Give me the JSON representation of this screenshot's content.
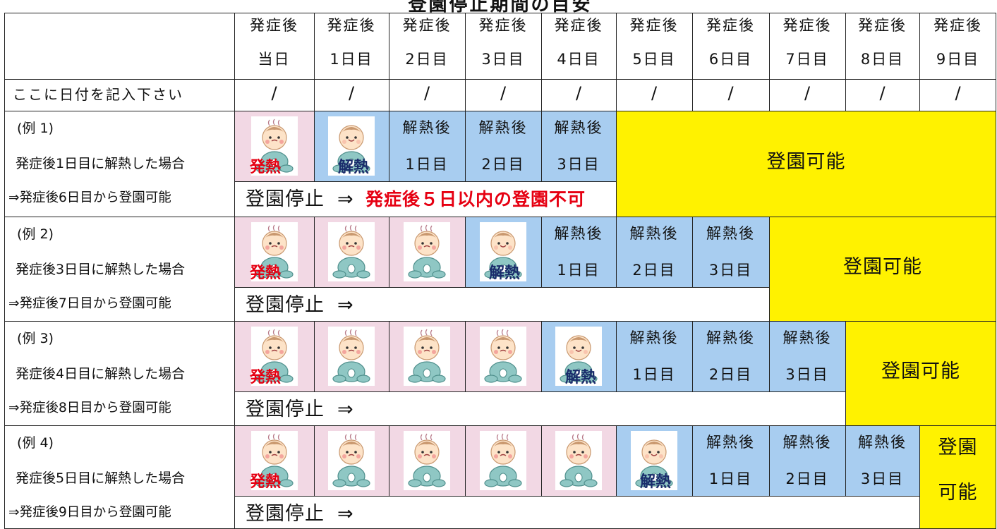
{
  "title": "登園停止期間の目安",
  "columns": [
    {
      "line1": "発症後",
      "line2": "当日"
    },
    {
      "line1": "発症後",
      "line2": "1日目"
    },
    {
      "line1": "発症後",
      "line2": "2日目"
    },
    {
      "line1": "発症後",
      "line2": "3日目"
    },
    {
      "line1": "発症後",
      "line2": "4日目"
    },
    {
      "line1": "発症後",
      "line2": "5日目"
    },
    {
      "line1": "発症後",
      "line2": "6日目"
    },
    {
      "line1": "発症後",
      "line2": "7日目"
    },
    {
      "line1": "発症後",
      "line2": "8日目"
    },
    {
      "line1": "発症後",
      "line2": "9日目"
    }
  ],
  "date_row": {
    "label": "ここに日付を記入下さい",
    "mark": "/"
  },
  "labels": {
    "fever": "発熱",
    "recovered": "解熱",
    "after_fever": "解熱後",
    "day1": "1日目",
    "day2": "2日目",
    "day3": "3日目",
    "can_attend": "登園可能",
    "can_attend_part1": "登園",
    "can_attend_part2": "可能",
    "suspension": "登園停止",
    "arrow": "⇒",
    "warning": "発症後５日以内の登園不可"
  },
  "examples": [
    {
      "id": "(例 1)",
      "desc": "発症後1日目に解熱した場合",
      "result": "⇒発症後6日目から登園可能"
    },
    {
      "id": "(例 2)",
      "desc": "発症後3日目に解熱した場合",
      "result": "⇒発症後7日目から登園可能"
    },
    {
      "id": "(例 3)",
      "desc": "発症後4日目に解熱した場合",
      "result": "⇒発症後8日目から登園可能"
    },
    {
      "id": "(例 4)",
      "desc": "発症後5日目に解熱した場合",
      "result": "⇒発症後9日目から登園可能"
    }
  ],
  "colors": {
    "fever_bg": "#f2d8e4",
    "blue_bg": "#a8cdf0",
    "yellow_bg": "#fff200",
    "red_text": "#e60012",
    "navy_text": "#1a2b6b"
  },
  "icons": {
    "sick": "sick-baby-icon",
    "healthy": "healthy-baby-icon"
  }
}
